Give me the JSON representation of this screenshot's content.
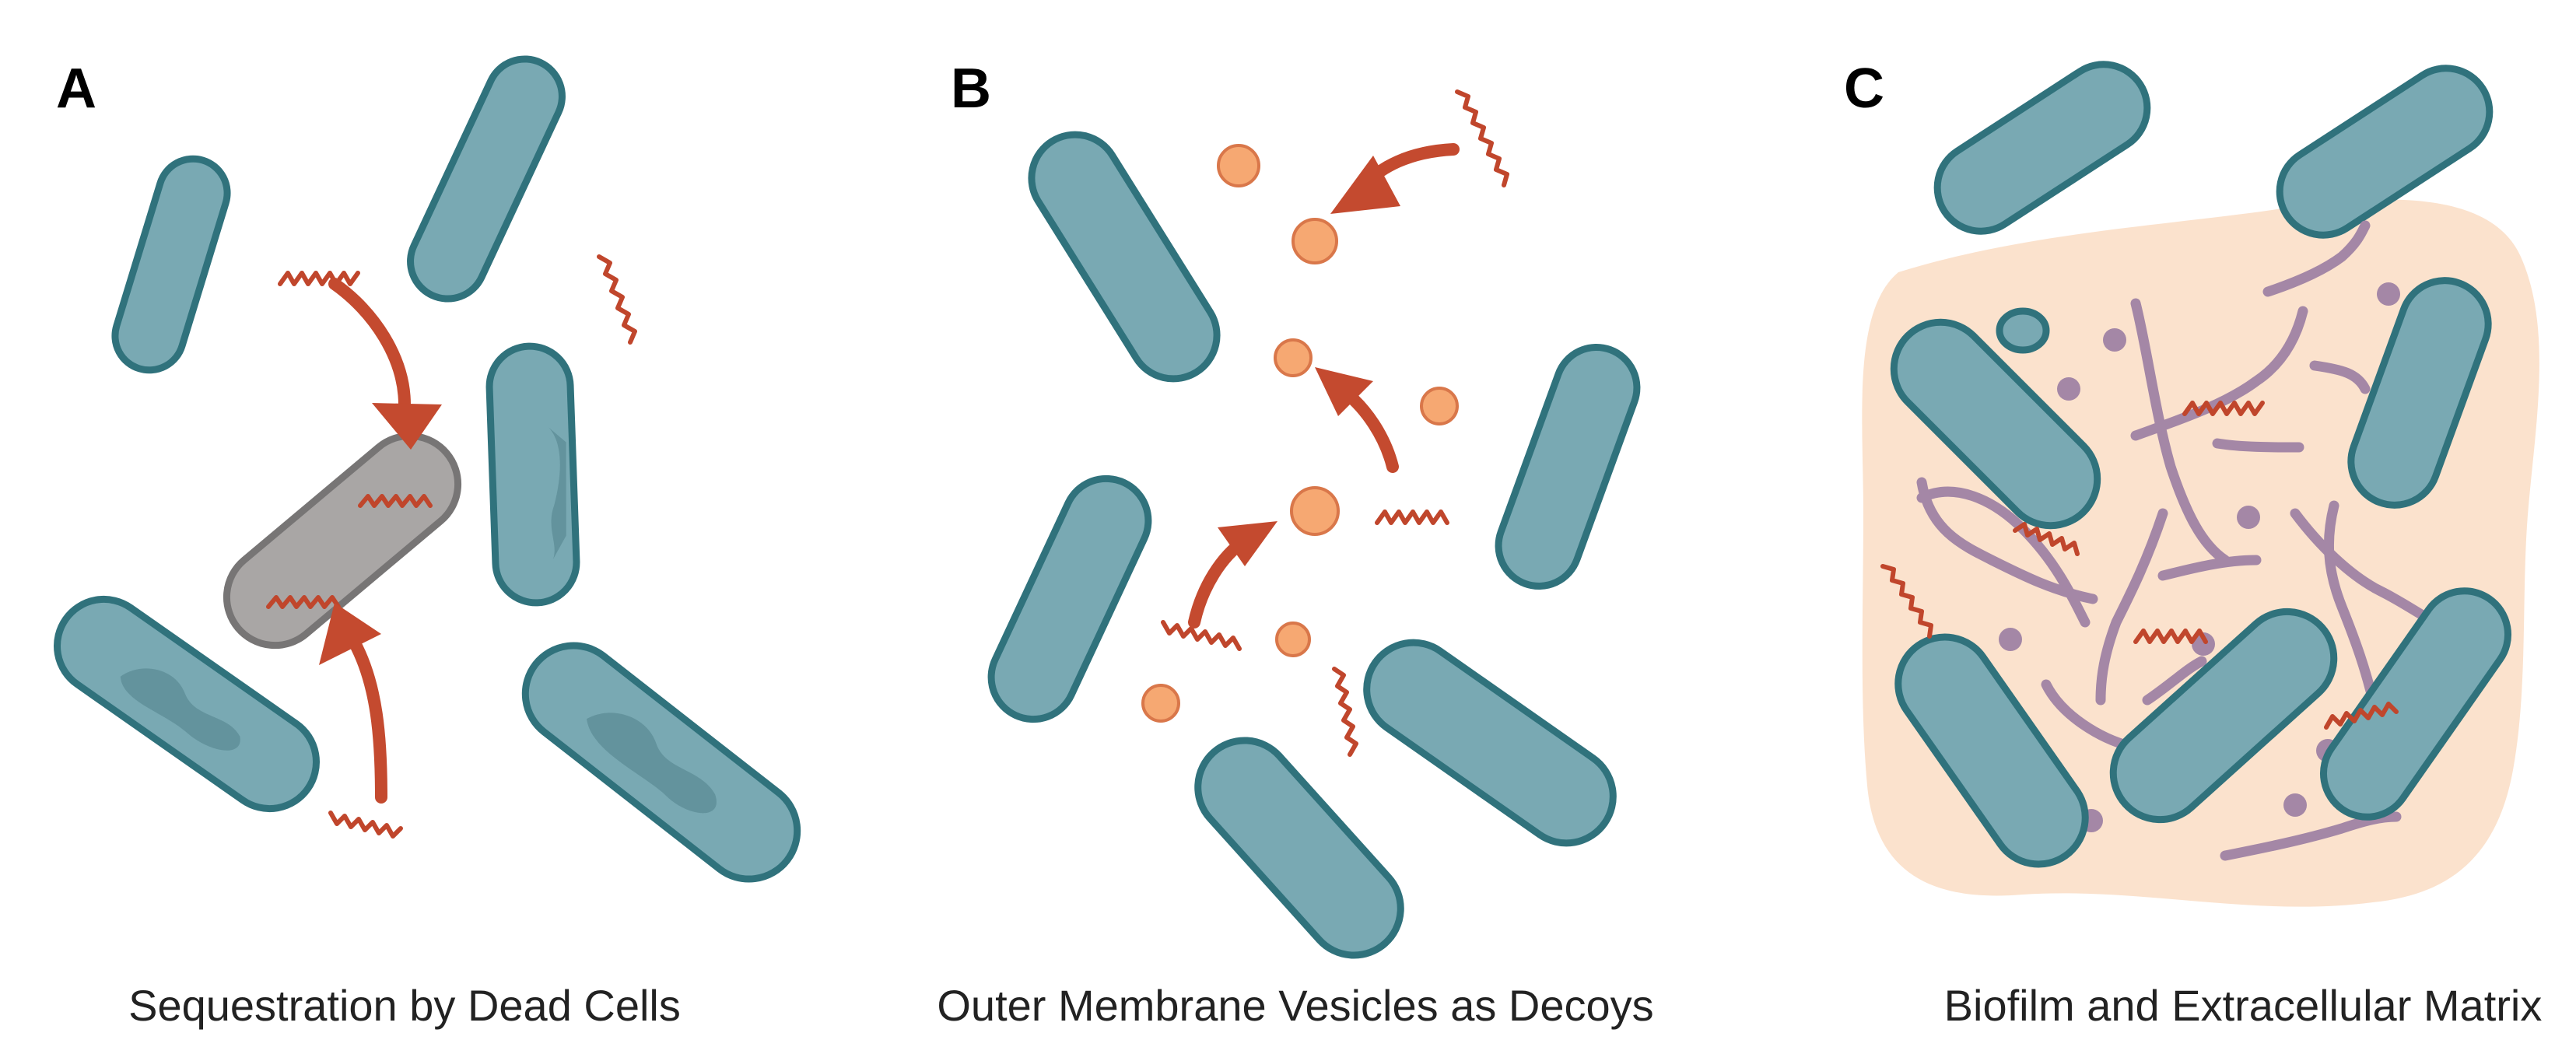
{
  "panels": [
    {
      "letter": "A",
      "caption": "Sequestration by Dead Cells"
    },
    {
      "letter": "B",
      "caption": "Outer Membrane Vesicles as Decoys"
    },
    {
      "letter": "C",
      "caption": "Biofilm and Extracellular Matrix"
    }
  ],
  "colors": {
    "cell_fill": "#79a9b3",
    "cell_outline": "#30727c",
    "dead_cell_fill": "#a9a6a5",
    "antibiotic": "#c0462c",
    "vesicle": "#f6a872",
    "matrix": "#fbe2cd",
    "matrix_fiber": "#a487a6"
  }
}
